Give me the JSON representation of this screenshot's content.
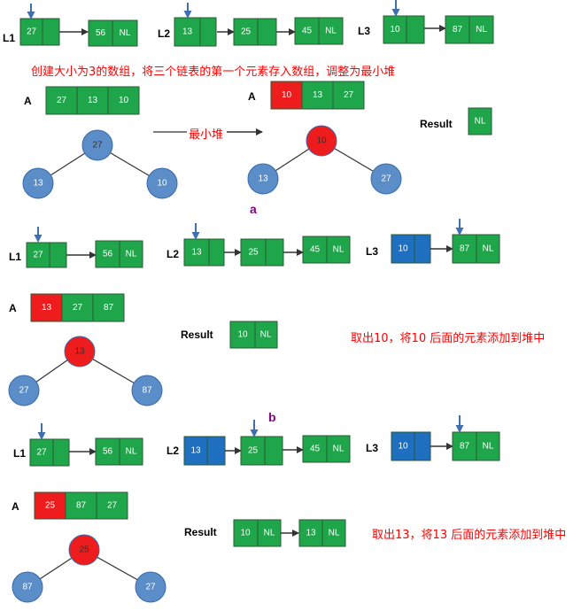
{
  "colors": {
    "green": "#1fa64a",
    "red": "#ee1c1c",
    "blue": "#1f6fc0",
    "node": "#5b8dc8",
    "arrow": "#3f6fb0",
    "note": "#ff0000",
    "tag": "#8b008b"
  },
  "null_label": "NL",
  "sections": [
    {
      "lists": [
        {
          "label": "L1",
          "head": "27",
          "next": "56"
        },
        {
          "label": "L2",
          "head": "13",
          "next": "25",
          "tail": "45"
        },
        {
          "label": "L3",
          "head": "10",
          "next": "87"
        }
      ],
      "instruction": "创建大小为3的数组，将三个链表的第一个元素存入数组，调整为最小堆",
      "array_before_label": "A",
      "array_before": [
        "27",
        "13",
        "10"
      ],
      "heap_before": {
        "root": "27",
        "left": "13",
        "right": "10"
      },
      "transform_label": "最小堆",
      "array_after_label": "A",
      "array_after": [
        "10",
        "13",
        "27"
      ],
      "heap_after": {
        "root": "10",
        "left": "13",
        "right": "27"
      },
      "result_label": "Result",
      "result": [],
      "step_tag": "a"
    },
    {
      "lists": [
        {
          "label": "L1",
          "head": "27",
          "next": "56"
        },
        {
          "label": "L2",
          "head": "13",
          "next": "25",
          "tail": "45"
        },
        {
          "label": "L3",
          "head": "10",
          "next": "87"
        }
      ],
      "array_label": "A",
      "array": [
        "13",
        "27",
        "87"
      ],
      "heap": {
        "root": "13",
        "left": "27",
        "right": "87"
      },
      "result_label": "Result",
      "result": [
        "10"
      ],
      "note": "取出10，将10 后面的元素添加到堆中",
      "step_tag": "b"
    },
    {
      "lists": [
        {
          "label": "L1",
          "head": "27",
          "next": "56"
        },
        {
          "label": "L2",
          "head": "13",
          "next": "25",
          "tail": "45"
        },
        {
          "label": "L3",
          "head": "10",
          "next": "87"
        }
      ],
      "array_label": "A",
      "array": [
        "25",
        "87",
        "27"
      ],
      "heap": {
        "root": "25",
        "left": "87",
        "right": "27"
      },
      "result_label": "Result",
      "result": [
        "10",
        "13"
      ],
      "note": "取出13，将13 后面的元素添加到堆中"
    }
  ]
}
